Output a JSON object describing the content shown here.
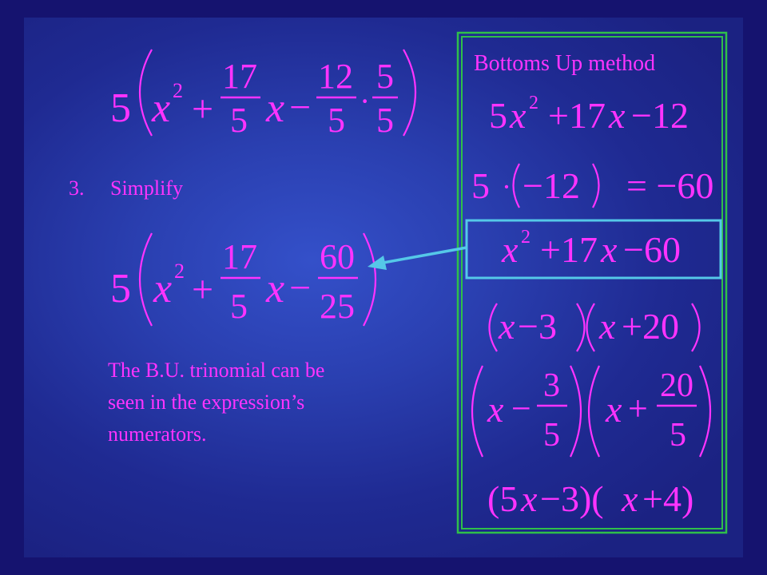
{
  "step": {
    "number": "3.",
    "label": "Simplify"
  },
  "expr1": {
    "coef": "5",
    "x": "x",
    "exp": "2",
    "plus": "+",
    "frac1_num": "17",
    "frac1_den": "5",
    "x2": "x",
    "minus": "−",
    "frac2_num": "12",
    "frac2_den": "5",
    "dot": "·",
    "frac3_num": "5",
    "frac3_den": "5"
  },
  "expr2": {
    "coef": "5",
    "x": "x",
    "exp": "2",
    "plus": "+",
    "frac1_num": "17",
    "frac1_den": "5",
    "x2": "x",
    "minus": "−",
    "frac2_num": "60",
    "frac2_den": "25"
  },
  "note": {
    "line1": "The B.U. trinomial can be",
    "line2": "seen in the expression’s",
    "line3": "numerators."
  },
  "panel": {
    "title": "Bottoms Up method",
    "line1": {
      "a": "5",
      "x": "x",
      "exp": "2",
      "rest1": "+17",
      "x2": "x",
      "rest2": "−12"
    },
    "line2": {
      "a": "5",
      "dot": "·",
      "inner": "−12",
      "eq": "= −60"
    },
    "line3": {
      "x": "x",
      "exp": "2",
      "rest1": "+17",
      "x2": "x",
      "rest2": "−60"
    },
    "line4": {
      "x": "x",
      "m": "−3",
      "x2": "x",
      "p": "+20"
    },
    "line5": {
      "x": "x",
      "m": "−",
      "f1n": "3",
      "f1d": "5",
      "x2": "x",
      "p": "+",
      "f2n": "20",
      "f2d": "5"
    },
    "line6": {
      "a": "(5",
      "x": "x",
      "m": "−3)(",
      "x2": "x",
      "p": "+4)"
    }
  },
  "colors": {
    "background": "#15136f",
    "math": "#ff33ff",
    "title": "#ffff33",
    "text": "#ffffff",
    "panel_border": "#2fbf4a",
    "highlight_box": "#55c8e8",
    "arrow": "#55c8e8"
  }
}
